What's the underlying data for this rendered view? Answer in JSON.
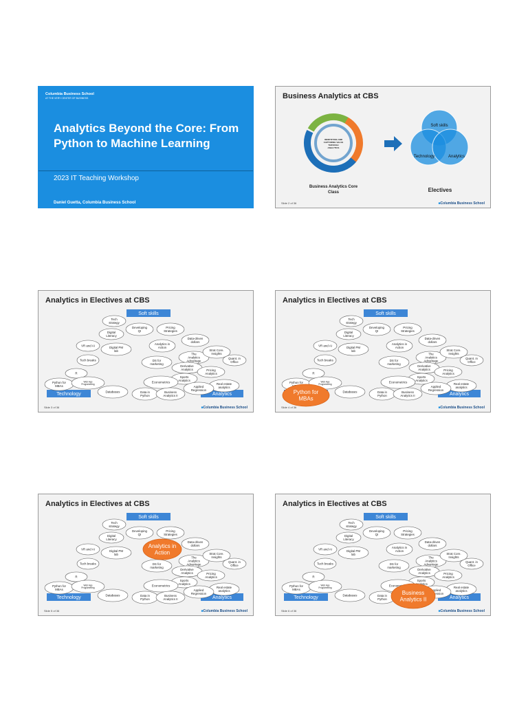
{
  "slide1": {
    "logo": "Columbia Business School",
    "logo_tag": "AT THE VERY CENTER OF BUSINESS",
    "title": "Analytics Beyond the Core: From Python to Machine Learning",
    "subtitle": "2023 IT Teaching Workshop",
    "author": "Daniel Guetta, Columbia Business School"
  },
  "slide2": {
    "title": "Business Analytics at CBS",
    "core_center": "IDENTIFYING AND CAPTURING VALUE THROUGH ANALYTICS",
    "core_caption": "Business Analytics Core Class",
    "venn": [
      "Soft skills",
      "Technology",
      "Analytics"
    ],
    "venn_caption": "Electives",
    "footer": "Slide 2 of 36"
  },
  "electives_title": "Analytics in Electives at CBS",
  "labels": {
    "soft": "Soft skills",
    "tech": "Technology",
    "analytics": "Analytics"
  },
  "courses": {
    "tech_strategy": "Tech strategy",
    "developing_qi": "Developing QI",
    "digital_literacy": "Digital Literacy",
    "pricing_strategies": "Pricing Strategies",
    "vr_ai": "VR and AI",
    "digital_pm": "Digital PM lab",
    "analytics_in_action": "Analytics in Action",
    "data_driven": "Data-driven dollars",
    "tech_breaks": "Tech breaks",
    "ds_marketing": "DS for marketing",
    "analytics_advantage": "The Analytics Advantage",
    "strat_core": "Strat Core. Insights",
    "quant_office": "Quant. in Office",
    "derivative": "Derivative Analytics",
    "pricing_analytics": "Pricing Analytics",
    "r": "R",
    "sports": "Sports Analytics",
    "python_mbas": "Python for MBAs",
    "web_app": "Web App Programming",
    "econometrics": "Econometrics",
    "real_estate": "Real estate analytics",
    "databases": "Databases",
    "data_python": "Data in Python",
    "business_analytics_ii": "Business Analytics II",
    "applied_regression": "Applied Regression"
  },
  "highlights": {
    "slide4": "Python for MBAs",
    "slide5": "Analytics in Action",
    "slide6": "Business Analytics II"
  },
  "footers": {
    "slide3": "Slide 3 of 36",
    "slide4": "Slide 4 of 36",
    "slide5": "Slide 5 of 36",
    "slide6": "Slide 6 of 36"
  },
  "logo": "Columbia Business School",
  "colors": {
    "cbs_blue": "#1b8ee0",
    "label_blue": "#3d86d6",
    "highlight_orange": "#f07a2c"
  }
}
